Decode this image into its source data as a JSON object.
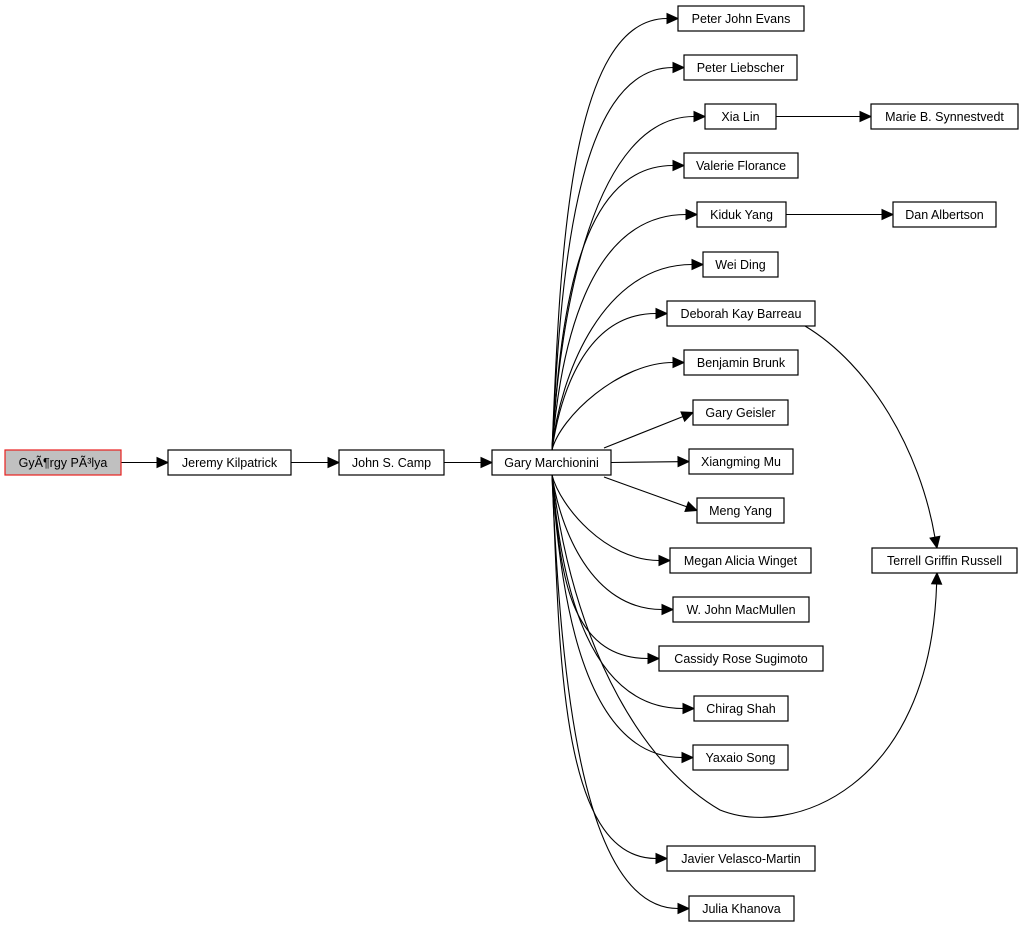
{
  "graph": {
    "colors": {
      "root_fill": "#c0c0c0",
      "root_border": "#e8201e",
      "node_fill": "#ffffff",
      "stroke": "#000000"
    },
    "nodes": [
      {
        "id": "gyorgy",
        "label": "GyÃ¶rgy PÃ³lya",
        "root": true
      },
      {
        "id": "kilpatrick",
        "label": "Jeremy Kilpatrick"
      },
      {
        "id": "camp",
        "label": "John S. Camp"
      },
      {
        "id": "marchionini",
        "label": "Gary Marchionini"
      },
      {
        "id": "evans",
        "label": "Peter John Evans"
      },
      {
        "id": "liebscher",
        "label": "Peter Liebscher"
      },
      {
        "id": "xialin",
        "label": "Xia Lin"
      },
      {
        "id": "synnestvedt",
        "label": "Marie B. Synnestvedt"
      },
      {
        "id": "florance",
        "label": "Valerie Florance"
      },
      {
        "id": "kiduk",
        "label": "Kiduk Yang"
      },
      {
        "id": "albertson",
        "label": "Dan Albertson"
      },
      {
        "id": "weiding",
        "label": "Wei Ding"
      },
      {
        "id": "barreau",
        "label": "Deborah Kay Barreau"
      },
      {
        "id": "brunk",
        "label": "Benjamin Brunk"
      },
      {
        "id": "geisler",
        "label": "Gary Geisler"
      },
      {
        "id": "mu",
        "label": "Xiangming Mu"
      },
      {
        "id": "mengyang",
        "label": "Meng Yang"
      },
      {
        "id": "winget",
        "label": "Megan Alicia Winget"
      },
      {
        "id": "russell",
        "label": "Terrell Griffin Russell"
      },
      {
        "id": "macmullen",
        "label": "W. John MacMullen"
      },
      {
        "id": "sugimoto",
        "label": "Cassidy Rose Sugimoto"
      },
      {
        "id": "shah",
        "label": "Chirag Shah"
      },
      {
        "id": "song",
        "label": "Yaxaio Song"
      },
      {
        "id": "velasco",
        "label": "Javier Velasco-Martin"
      },
      {
        "id": "khanova",
        "label": "Julia Khanova"
      }
    ],
    "edges": [
      [
        "gyorgy",
        "kilpatrick"
      ],
      [
        "kilpatrick",
        "camp"
      ],
      [
        "camp",
        "marchionini"
      ],
      [
        "marchionini",
        "evans"
      ],
      [
        "marchionini",
        "liebscher"
      ],
      [
        "marchionini",
        "xialin"
      ],
      [
        "marchionini",
        "florance"
      ],
      [
        "marchionini",
        "kiduk"
      ],
      [
        "marchionini",
        "weiding"
      ],
      [
        "marchionini",
        "barreau"
      ],
      [
        "marchionini",
        "brunk"
      ],
      [
        "marchionini",
        "geisler"
      ],
      [
        "marchionini",
        "mu"
      ],
      [
        "marchionini",
        "mengyang"
      ],
      [
        "marchionini",
        "winget"
      ],
      [
        "marchionini",
        "macmullen"
      ],
      [
        "marchionini",
        "sugimoto"
      ],
      [
        "marchionini",
        "shah"
      ],
      [
        "marchionini",
        "song"
      ],
      [
        "marchionini",
        "russell"
      ],
      [
        "marchionini",
        "velasco"
      ],
      [
        "marchionini",
        "khanova"
      ],
      [
        "xialin",
        "synnestvedt"
      ],
      [
        "kiduk",
        "albertson"
      ],
      [
        "barreau",
        "russell"
      ]
    ]
  }
}
